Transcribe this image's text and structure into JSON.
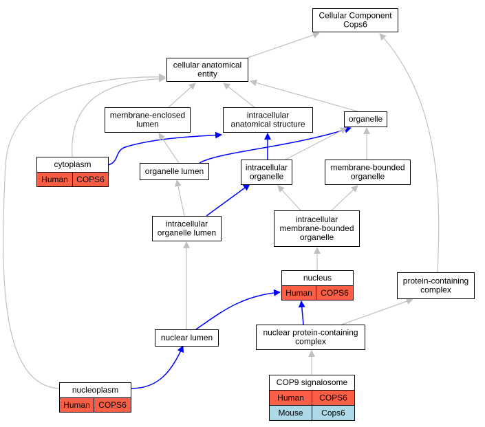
{
  "colors": {
    "human": "#fa5f46",
    "mouse": "#add8e6",
    "edge_default": "#c0c0c0",
    "edge_highlight": "#0000ff"
  },
  "nodes": {
    "cellular_component_cops6": {
      "lines": [
        "Cellular Component",
        "Cops6"
      ]
    },
    "cellular_anatomical_entity": {
      "lines": [
        "cellular anatomical",
        "entity"
      ]
    },
    "membrane_enclosed_lumen": {
      "lines": [
        "membrane-enclosed",
        "lumen"
      ]
    },
    "intracellular_anatomical_structure": {
      "lines": [
        "intracellular",
        "anatomical structure"
      ]
    },
    "organelle": {
      "lines": [
        "organelle"
      ]
    },
    "cytoplasm": {
      "lines": [
        "cytoplasm"
      ],
      "rows": [
        [
          "Human",
          "COPS6"
        ]
      ]
    },
    "organelle_lumen": {
      "lines": [
        "organelle lumen"
      ]
    },
    "intracellular_organelle": {
      "lines": [
        "intracellular",
        "organelle"
      ]
    },
    "membrane_bounded_organelle": {
      "lines": [
        "membrane-bounded",
        "organelle"
      ]
    },
    "intracellular_organelle_lumen": {
      "lines": [
        "intracellular",
        "organelle lumen"
      ]
    },
    "intracellular_membrane_bounded_organelle": {
      "lines": [
        "intracellular",
        "membrane-bounded",
        "organelle"
      ]
    },
    "nucleus": {
      "lines": [
        "nucleus"
      ],
      "rows": [
        [
          "Human",
          "COPS6"
        ]
      ]
    },
    "protein_containing_complex": {
      "lines": [
        "protein-containing",
        "complex"
      ]
    },
    "nuclear_lumen": {
      "lines": [
        "nuclear lumen"
      ]
    },
    "nuclear_protein_containing_complex": {
      "lines": [
        "nuclear protein-containing",
        "complex"
      ]
    },
    "nucleoplasm": {
      "lines": [
        "nucleoplasm"
      ],
      "rows": [
        [
          "Human",
          "COPS6"
        ]
      ]
    },
    "cop9_signalosome": {
      "lines": [
        "COP9 signalosome"
      ],
      "rows": [
        [
          "Human",
          "COPS6"
        ],
        [
          "Mouse",
          "Cops6"
        ]
      ]
    }
  },
  "edges": [
    {
      "from": "cellular_anatomical_entity",
      "to": "cellular_component_cops6",
      "highlight": false
    },
    {
      "from": "protein_containing_complex",
      "to": "cellular_component_cops6",
      "highlight": false
    },
    {
      "from": "membrane_enclosed_lumen",
      "to": "cellular_anatomical_entity",
      "highlight": false
    },
    {
      "from": "intracellular_anatomical_structure",
      "to": "cellular_anatomical_entity",
      "highlight": false
    },
    {
      "from": "organelle",
      "to": "cellular_anatomical_entity",
      "highlight": false
    },
    {
      "from": "cytoplasm",
      "to": "cellular_anatomical_entity",
      "highlight": false
    },
    {
      "from": "nucleoplasm",
      "to": "cellular_anatomical_entity",
      "highlight": false
    },
    {
      "from": "cytoplasm",
      "to": "intracellular_anatomical_structure",
      "highlight": true
    },
    {
      "from": "intracellular_organelle",
      "to": "intracellular_anatomical_structure",
      "highlight": true
    },
    {
      "from": "organelle_lumen",
      "to": "organelle",
      "highlight": true
    },
    {
      "from": "intracellular_organelle",
      "to": "organelle",
      "highlight": false
    },
    {
      "from": "membrane_bounded_organelle",
      "to": "organelle",
      "highlight": false
    },
    {
      "from": "organelle_lumen",
      "to": "membrane_enclosed_lumen",
      "highlight": false
    },
    {
      "from": "intracellular_organelle_lumen",
      "to": "organelle_lumen",
      "highlight": false
    },
    {
      "from": "intracellular_organelle_lumen",
      "to": "intracellular_organelle",
      "highlight": true
    },
    {
      "from": "intracellular_membrane_bounded_organelle",
      "to": "intracellular_organelle",
      "highlight": false
    },
    {
      "from": "intracellular_membrane_bounded_organelle",
      "to": "membrane_bounded_organelle",
      "highlight": false
    },
    {
      "from": "nucleus",
      "to": "intracellular_membrane_bounded_organelle",
      "highlight": false
    },
    {
      "from": "nuclear_lumen",
      "to": "intracellular_organelle_lumen",
      "highlight": false
    },
    {
      "from": "nuclear_lumen",
      "to": "nucleus",
      "highlight": true
    },
    {
      "from": "nuclear_protein_containing_complex",
      "to": "nucleus",
      "highlight": true
    },
    {
      "from": "nuclear_protein_containing_complex",
      "to": "protein_containing_complex",
      "highlight": false
    },
    {
      "from": "nucleoplasm",
      "to": "nuclear_lumen",
      "highlight": true
    },
    {
      "from": "cop9_signalosome",
      "to": "nuclear_protein_containing_complex",
      "highlight": false
    }
  ]
}
